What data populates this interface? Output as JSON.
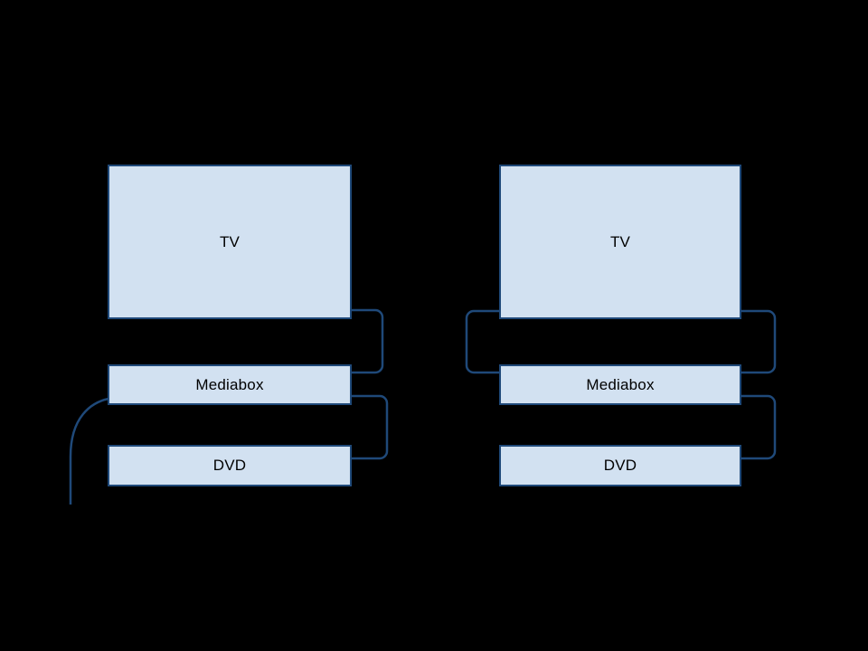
{
  "page": {
    "type": "connection-diagram",
    "background": "#000000"
  },
  "colors": {
    "background": "#000000",
    "box_fill": "#D2E1F1",
    "box_border": "#1F4979",
    "connector": "#1F4979",
    "label_text": "#000000"
  },
  "diagrams": [
    {
      "id": "setup-left",
      "boxes": [
        {
          "id": "tv",
          "label": "TV"
        },
        {
          "id": "mediabox",
          "label": "Mediabox"
        },
        {
          "id": "dvd",
          "label": "DVD"
        }
      ],
      "edges": [
        {
          "from": "tv",
          "to": "mediabox",
          "route": "right-elbow"
        },
        {
          "from": "mediabox",
          "to": "dvd",
          "route": "right-elbow"
        },
        {
          "from": "mediabox",
          "to": "open-end-below-left",
          "route": "left-curve"
        }
      ]
    },
    {
      "id": "setup-right",
      "boxes": [
        {
          "id": "tv",
          "label": "TV"
        },
        {
          "id": "mediabox",
          "label": "Mediabox"
        },
        {
          "id": "dvd",
          "label": "DVD"
        }
      ],
      "edges": [
        {
          "from": "tv",
          "to": "mediabox",
          "route": "left-elbow"
        },
        {
          "from": "tv",
          "to": "mediabox",
          "route": "right-elbow"
        },
        {
          "from": "mediabox",
          "to": "dvd",
          "route": "right-elbow"
        }
      ]
    }
  ]
}
